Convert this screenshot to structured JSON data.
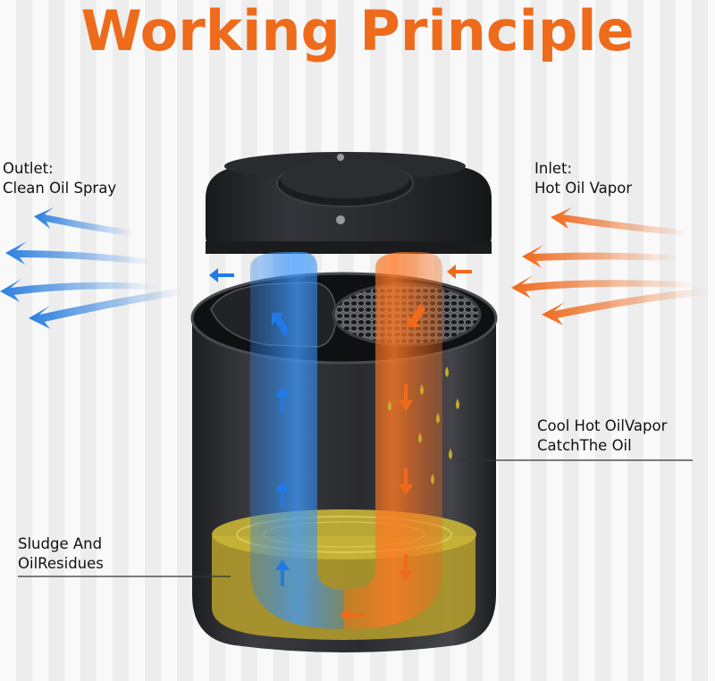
{
  "title": "Working Principle",
  "colors": {
    "title": "#ee6b1c",
    "hot": "#ef6a1e",
    "clean": "#2b7fe0",
    "sludge": "#c9b12e",
    "body": "#2c2d30"
  },
  "labels": {
    "outlet": {
      "line1": "Outlet:",
      "line2": "Clean Oil Spray"
    },
    "inlet": {
      "line1": "Inlet:",
      "line2": "Hot Oil Vapor"
    },
    "catch": {
      "line1": "Cool Hot OilVapor",
      "line2": "CatchThe Oil"
    },
    "sludge": {
      "line1": "Sludge And",
      "line2": "OilResidues"
    }
  },
  "icons": [
    "left-arrow-icon",
    "up-arrow-icon",
    "down-arrow-icon",
    "oil-drop-icon",
    "mesh-filter-icon"
  ]
}
